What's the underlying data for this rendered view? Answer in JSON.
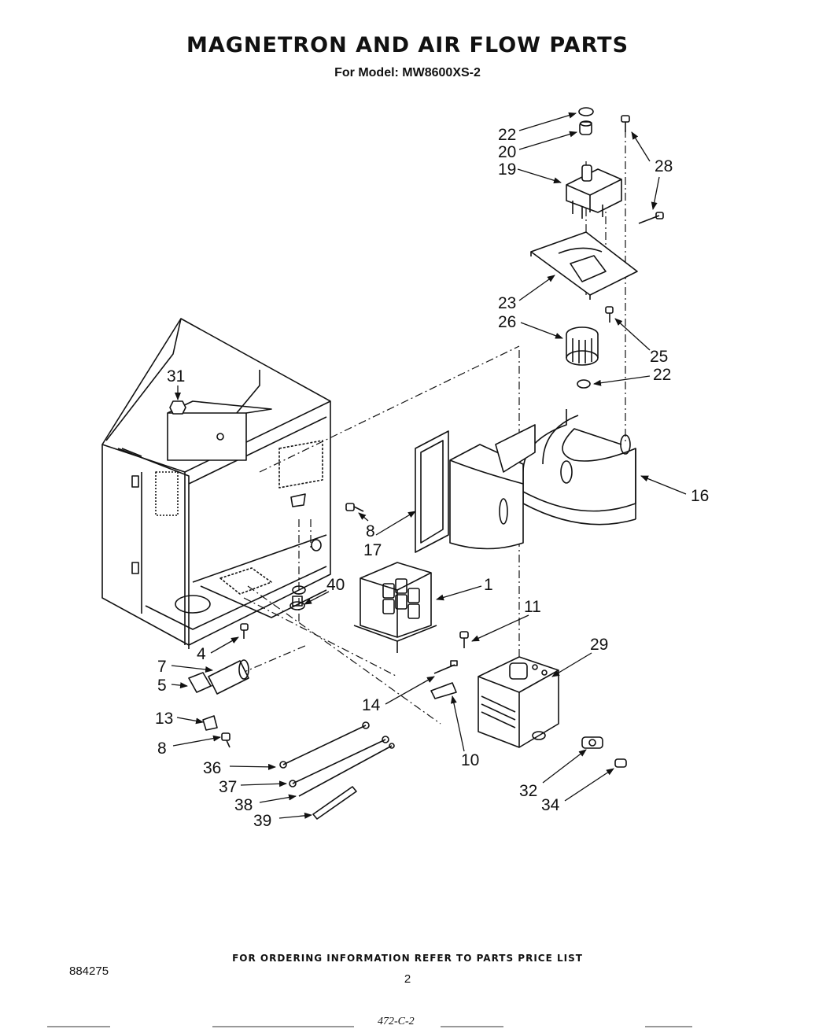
{
  "header": {
    "title": "MAGNETRON AND AIR FLOW PARTS",
    "subtitle": "For Model: MW8600XS-2"
  },
  "footer": {
    "ordering_note": "FOR ORDERING INFORMATION REFER TO PARTS PRICE LIST",
    "document_number": "884275",
    "page_number": "2",
    "handwritten_note": "472-C-2"
  },
  "callouts": [
    {
      "id": "22-top",
      "label": "22"
    },
    {
      "id": "20",
      "label": "20"
    },
    {
      "id": "19",
      "label": "19"
    },
    {
      "id": "28",
      "label": "28"
    },
    {
      "id": "23",
      "label": "23"
    },
    {
      "id": "26",
      "label": "26"
    },
    {
      "id": "25",
      "label": "25"
    },
    {
      "id": "22-bottom",
      "label": "22"
    },
    {
      "id": "31",
      "label": "31"
    },
    {
      "id": "16",
      "label": "16"
    },
    {
      "id": "8-upper",
      "label": "8"
    },
    {
      "id": "17",
      "label": "17"
    },
    {
      "id": "1",
      "label": "1"
    },
    {
      "id": "40",
      "label": "40"
    },
    {
      "id": "11",
      "label": "11"
    },
    {
      "id": "29",
      "label": "29"
    },
    {
      "id": "4",
      "label": "4"
    },
    {
      "id": "7",
      "label": "7"
    },
    {
      "id": "5",
      "label": "5"
    },
    {
      "id": "14",
      "label": "14"
    },
    {
      "id": "13",
      "label": "13"
    },
    {
      "id": "10",
      "label": "10"
    },
    {
      "id": "8-lower",
      "label": "8"
    },
    {
      "id": "36",
      "label": "36"
    },
    {
      "id": "37",
      "label": "37"
    },
    {
      "id": "38",
      "label": "38"
    },
    {
      "id": "39",
      "label": "39"
    },
    {
      "id": "32",
      "label": "32"
    },
    {
      "id": "34",
      "label": "34"
    }
  ]
}
